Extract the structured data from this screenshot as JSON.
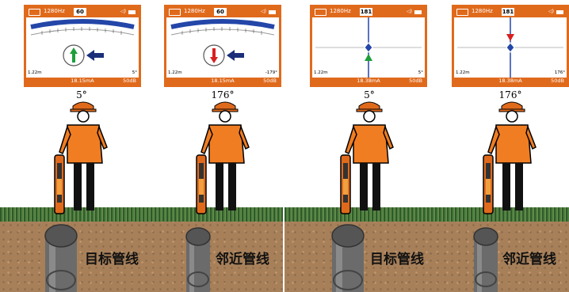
{
  "panels": [
    {
      "screens": [
        {
          "freq": "1280Hz",
          "gain": "60",
          "depth": "1.22m",
          "angle_small": "5°",
          "current": "18.15mA",
          "db": "50dB",
          "mode": "compass",
          "arrow": "up",
          "arrow_color": "#1e9e3a"
        },
        {
          "freq": "1280Hz",
          "gain": "60",
          "depth": "1.22m",
          "angle_small": "-179°",
          "current": "18.15mA",
          "db": "50dB",
          "mode": "compass",
          "arrow": "down",
          "arrow_color": "#d62020"
        }
      ],
      "angles": [
        "5°",
        "176°"
      ],
      "labels": [
        "目标管线",
        "邻近管线"
      ]
    },
    {
      "screens": [
        {
          "freq": "1280Hz",
          "gain": "181",
          "depth": "1.22m",
          "angle_small": "5°",
          "current": "18.38mA",
          "db": "50dB",
          "mode": "crosshair",
          "arrow": "up",
          "arrow_color": "#1e9e3a"
        },
        {
          "freq": "1280Hz",
          "gain": "181",
          "depth": "1.22m",
          "angle_small": "176°",
          "current": "18.38mA",
          "db": "50dB",
          "mode": "crosshair",
          "arrow": "down",
          "arrow_color": "#d62020"
        }
      ],
      "angles": [
        "5°",
        "176°"
      ],
      "labels": [
        "目标管线",
        "邻近管线"
      ]
    }
  ],
  "colors": {
    "accent": "#e06a1c",
    "shirt": "#f07d22",
    "helmet": "#e06a1c",
    "pipe": "#6b6b6b",
    "needle": "#2346a8"
  }
}
